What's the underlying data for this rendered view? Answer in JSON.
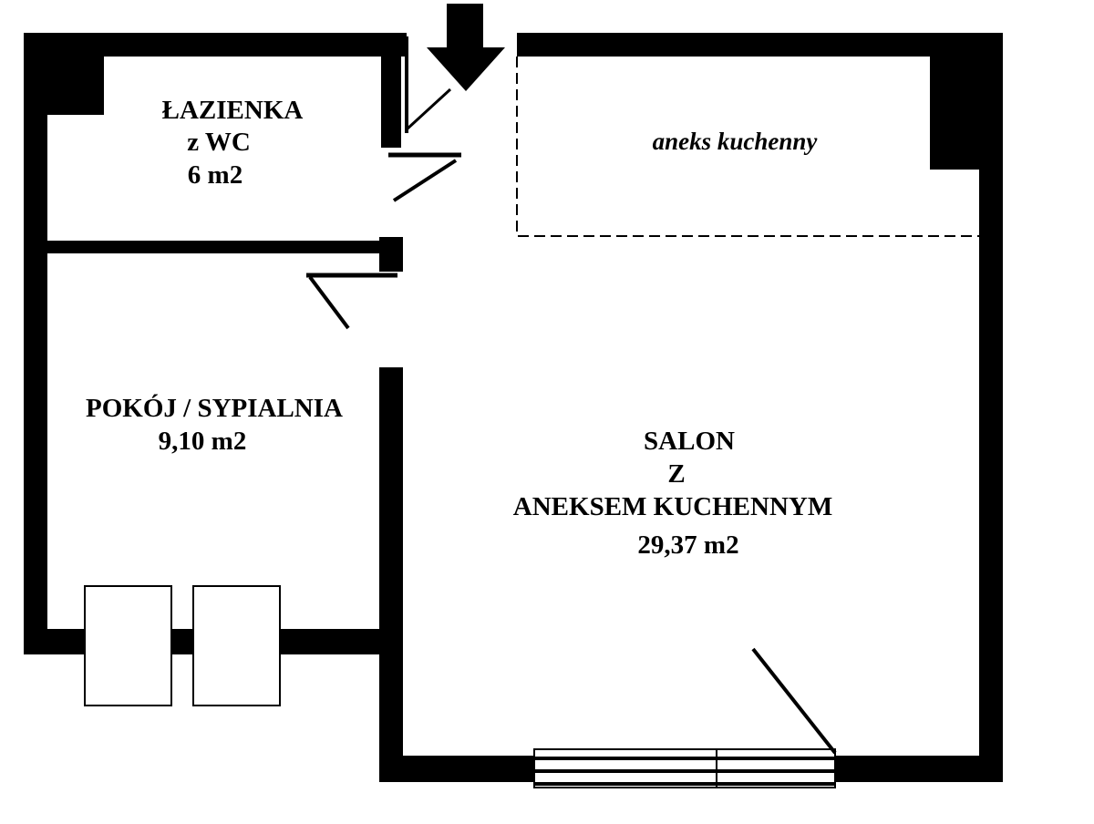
{
  "colors": {
    "wall": "#000000",
    "background": "#ffffff"
  },
  "rooms": {
    "bathroom": {
      "name": "ŁAZIENKA",
      "sub": "z WC",
      "area": "6 m2"
    },
    "kitchenette": {
      "name": "aneks kuchenny"
    },
    "bedroom": {
      "name": "POKÓJ / SYPIALNIA",
      "area": "9,10 m2"
    },
    "living": {
      "line1": "SALON",
      "line2": "Z",
      "line3": "ANEKSEM KUCHENNYM",
      "area": "29,37 m2"
    }
  },
  "icons": {
    "entrance": "entrance-arrow-icon"
  }
}
